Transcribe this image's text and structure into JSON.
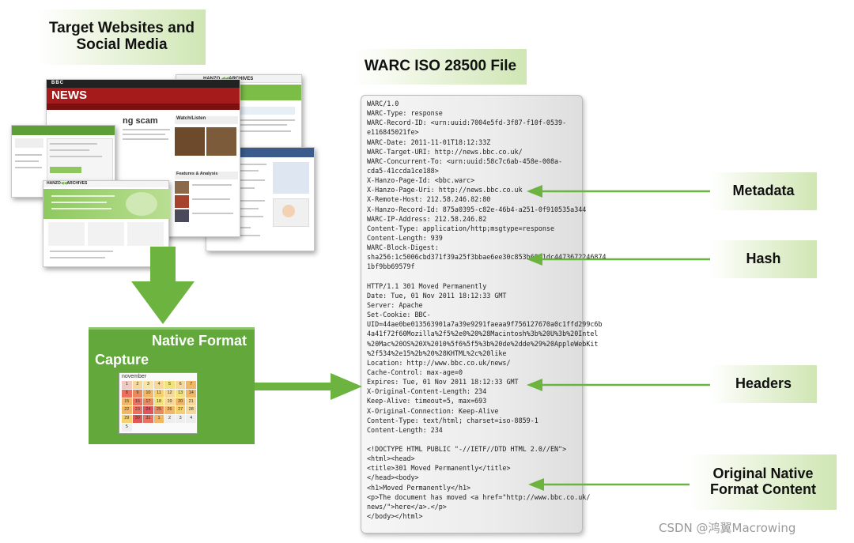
{
  "titles": {
    "target_line1": "Target Websites and",
    "target_line2": "Social Media",
    "warc_file": "WARC ISO 28500 File"
  },
  "labels": {
    "metadata": "Metadata",
    "hash": "Hash",
    "headers": "Headers",
    "original_line1": "Original Native",
    "original_line2": "Format Content"
  },
  "capture": {
    "native_format": "Native Format",
    "capture": "Capture",
    "calendar_title": "november",
    "calendar_days": [
      "1",
      "2",
      "3",
      "4",
      "5",
      "6",
      "7",
      "8",
      "9",
      "10",
      "11",
      "12",
      "13",
      "14",
      "15",
      "16",
      "17",
      "18",
      "19",
      "20",
      "21",
      "22",
      "23",
      "24",
      "25",
      "26",
      "27",
      "28",
      "29",
      "30",
      "31",
      "1",
      "2",
      "3",
      "4",
      "5"
    ],
    "calendar_colors": [
      "#f2c8c4",
      "#f6d89a",
      "#f9e6a6",
      "#f6d89a",
      "#f2e27c",
      "#f6d89a",
      "#f1b765",
      "#ea7060",
      "#e98a5e",
      "#f1b765",
      "#f4d06e",
      "#f6d89a",
      "#f2e27c",
      "#f1b765",
      "#f1b765",
      "#ea7060",
      "#e98a5e",
      "#f2e27c",
      "#f6d89a",
      "#f1b765",
      "#f6d89a",
      "#f1b765",
      "#ea7060",
      "#e0535d",
      "#e98a5e",
      "#f1b765",
      "#f4d06e",
      "#f6d89a",
      "#f4d06e",
      "#e05656",
      "#ea7060",
      "#f1b765",
      "#eeeeee",
      "#eeeeee",
      "#eeeeee",
      "#eeeeee"
    ]
  },
  "warc_record": [
    "WARC/1.0",
    "WARC-Type: response",
    "WARC-Record-ID: <urn:uuid:7004e5fd-3f87-f10f-0539-",
    "e116845021fe>",
    "WARC-Date: 2011-11-01T18:12:33Z",
    "WARC-Target-URI: http://news.bbc.co.uk/",
    "WARC-Concurrent-To: <urn:uuid:58c7c6ab-458e-008a-",
    "cda5-41ccda1ce188>",
    "X-Hanzo-Page-Id: <bbc.warc>",
    "X-Hanzo-Page-Uri: http://news.bbc.co.uk",
    "X-Remote-Host: 212.58.246.82:80",
    "X-Hanzo-Record-Id: 875a0395-c82e-46b4-a251-0f910535a344",
    "WARC-IP-Address: 212.58.246.82",
    "Content-Type: application/http;msgtype=response",
    "Content-Length: 939",
    "WARC-Block-Digest:",
    "sha256:1c5006cbd371f39a25f3bbae6ee30c853b6951dc4473672246874",
    "1bf9bb69579f",
    "",
    "HTTP/1.1 301 Moved Permanently",
    "Date: Tue, 01 Nov 2011 18:12:33 GMT",
    "Server: Apache",
    "Set-Cookie: BBC-",
    "UID=44ae0be013563901a7a39e9291faeaa9f756127670a0c1ffd299c6b",
    "4a41f72f60Mozilla%2f5%2e0%20%28Macintosh%3b%20U%3b%20Intel",
    "%20Mac%20OS%20X%2010%5f6%5f5%3b%20de%2dde%29%20AppleWebKit",
    "%2f534%2e15%2b%20%28KHTML%2c%20like",
    "Location: http://www.bbc.co.uk/news/",
    "Cache-Control: max-age=0",
    "Expires: Tue, 01 Nov 2011 18:12:33 GMT",
    "X-Original-Content-Length: 234",
    "Keep-Alive: timeout=5, max=693",
    "X-Original-Connection: Keep-Alive",
    "Content-Type: text/html; charset=iso-8859-1",
    "Content-Length: 234",
    "",
    "<!DOCTYPE HTML PUBLIC \"-//IETF//DTD HTML 2.0//EN\">",
    "<html><head>",
    "<title>301 Moved Permanently</title>",
    "</head><body>",
    "<h1>Moved Permanently</h1>",
    "<p>The document has moved <a href=\"http://www.bbc.co.uk/",
    "news/\">here</a>.</p>",
    "</body></html>"
  ],
  "screenshots": {
    "bbc_news": "NEWS",
    "bbc_logo": "BBC",
    "hanzo_logo": "HANZO",
    "hanzo_archives": "ARCHIVES",
    "watch_listen": "Watch/Listen",
    "features": "Features & Analysis",
    "scam_headline": "ng scam"
  },
  "watermark": "CSDN @鸿翼Macrowing",
  "colors": {
    "arrow_green": "#6db33f",
    "capture_green": "#62a83a",
    "bbc_red": "#a51a1a"
  }
}
